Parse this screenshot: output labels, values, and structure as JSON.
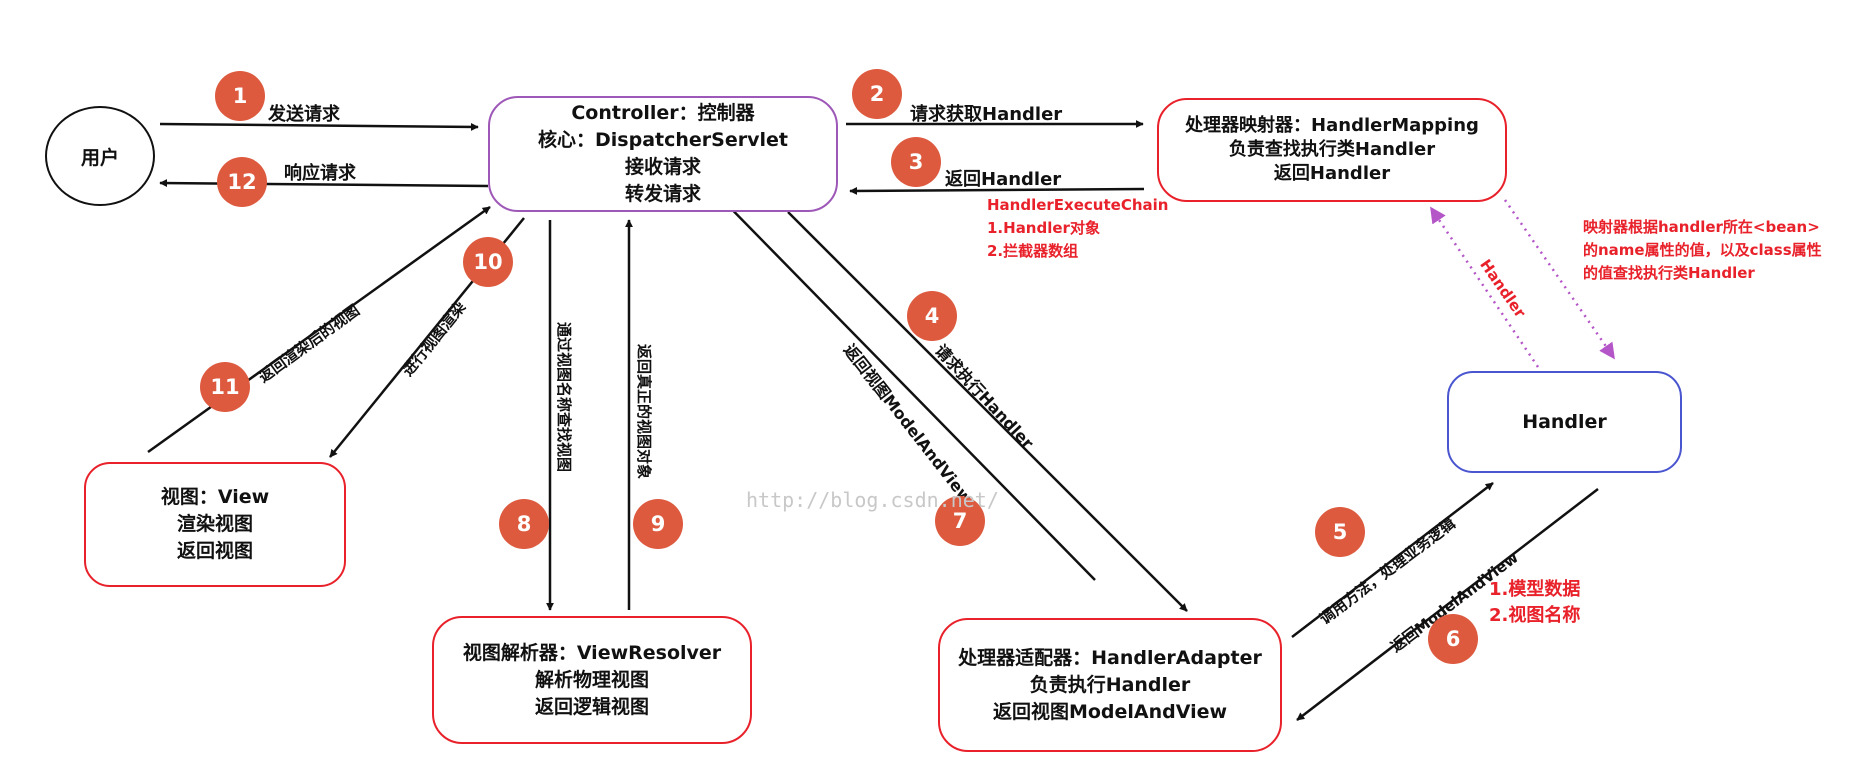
{
  "nodes": {
    "user": {
      "label": "用户"
    },
    "controller": {
      "lines": [
        "Controller：控制器",
        "核心：DispatcherServlet",
        "接收请求",
        "转发请求"
      ]
    },
    "handler_mapping": {
      "lines": [
        "处理器映射器：HandlerMapping",
        "负责查找执行类Handler",
        "返回Handler"
      ]
    },
    "handler": {
      "label": "Handler"
    },
    "view": {
      "lines": [
        "视图：View",
        "渲染视图",
        "返回视图"
      ]
    },
    "view_resolver": {
      "lines": [
        "视图解析器：ViewResolver",
        "解析物理视图",
        "返回逻辑视图"
      ]
    },
    "handler_adapter": {
      "lines": [
        "处理器适配器：HandlerAdapter",
        "负责执行Handler",
        "返回视图ModelAndView"
      ]
    }
  },
  "steps": [
    {
      "num": "1",
      "label": "发送请求"
    },
    {
      "num": "2",
      "label": "请求获取Handler"
    },
    {
      "num": "3",
      "label": "返回Handler"
    },
    {
      "num": "4",
      "label": "请求执行Handler"
    },
    {
      "num": "5",
      "label": "调用方法，处理业务逻辑"
    },
    {
      "num": "6",
      "label": "返回ModelAndView"
    },
    {
      "num": "7",
      "label": "返回视图ModelAndView"
    },
    {
      "num": "8",
      "label": "通过视图名称查找视图"
    },
    {
      "num": "9",
      "label": "返回真正的视图对象"
    },
    {
      "num": "10",
      "label": "进行视图渲染"
    },
    {
      "num": "11",
      "label": "返回渲染后的视图"
    },
    {
      "num": "12",
      "label": "响应请求"
    }
  ],
  "notes": {
    "execute_chain": [
      "HandlerExecuteChain",
      "1.Handler对象",
      "2.拦截器数组"
    ],
    "mapping_rule": [
      "映射器根据handler所在<bean>",
      "的name属性的值，以及class属性",
      "的值查找执行类Handler"
    ],
    "model_view": [
      "1.模型数据",
      "2.视图名称"
    ]
  },
  "handler_link_label": "Handler",
  "watermark": "http://blog.csdn.net/",
  "colors": {
    "badge": "#dd5a3f",
    "controller_border": "#9e58b8",
    "red_border": "#e8212a",
    "handler_border": "#4a55d0",
    "note_red": "#e8212a",
    "dotted_arrow": "#b455c8"
  }
}
